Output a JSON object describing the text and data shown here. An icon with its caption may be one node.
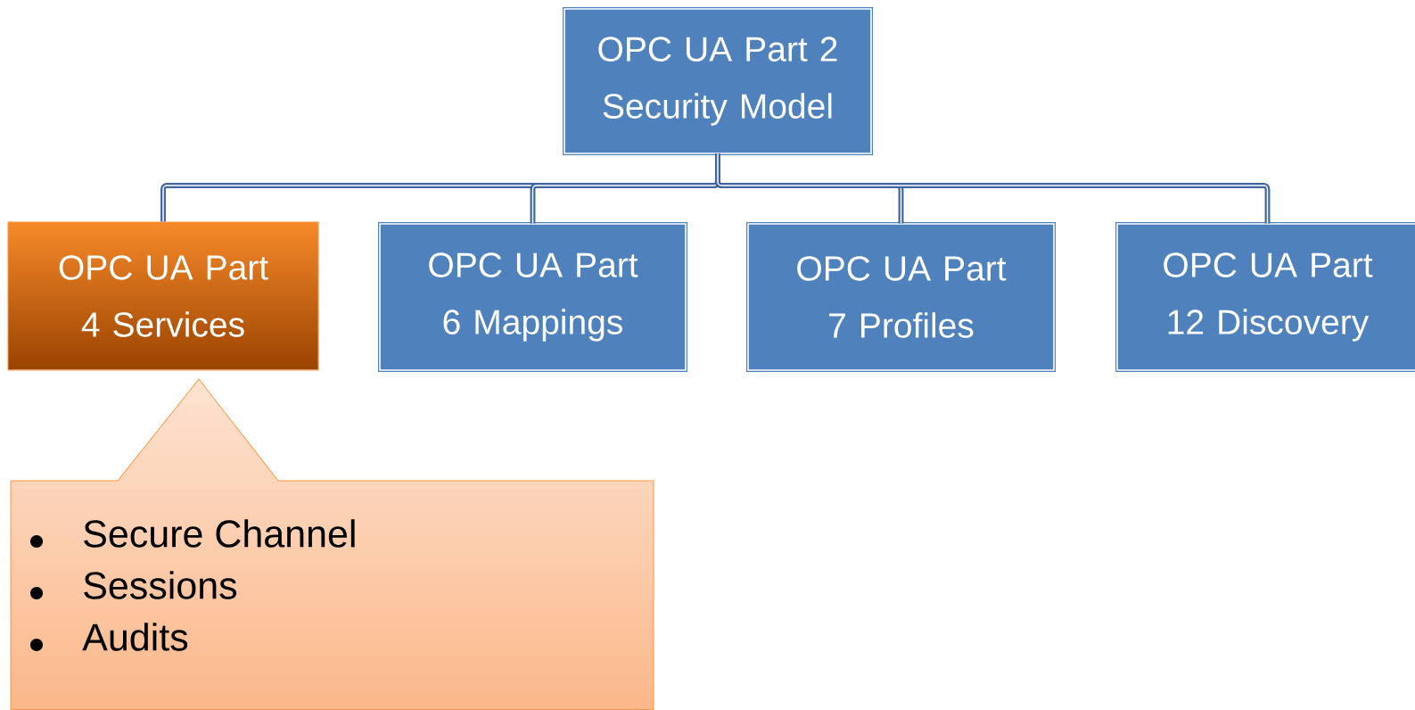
{
  "diagram": {
    "nodes": [
      {
        "text": [
          "OPC UA Part 2 Security Model"
        ]
      },
      {
        "text": [
          "OPC UA Part 4 Services"
        ]
      },
      {
        "text": [
          "OPC UA Part 6 Mappings"
        ]
      },
      {
        "text": [
          "OPC UA Part 7 Profiles"
        ]
      },
      {
        "text": [
          "OPC UA Part 12 Discovery"
        ]
      },
      {
        "text": [
          "Secure Channel",
          "Sessions",
          "Audits"
        ]
      }
    ],
    "edges": [
      {
        "from": 0,
        "to": 1,
        "arrow": "none"
      },
      {
        "from": 0,
        "to": 2,
        "arrow": "none"
      },
      {
        "from": 0,
        "to": 3,
        "arrow": "none"
      },
      {
        "from": 0,
        "to": 4,
        "arrow": "none"
      }
    ]
  }
}
